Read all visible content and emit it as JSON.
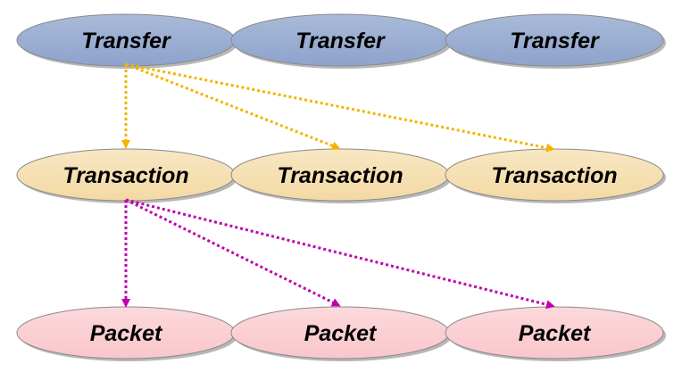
{
  "colors": {
    "transfer_fill": "#8EA3CB",
    "transfer_fill_light": "#A9BAD9",
    "transaction_fill": "#F3D9A3",
    "transaction_fill_light": "#F8E7C4",
    "packet_fill": "#F9C6CB",
    "packet_fill_light": "#FCD9DC",
    "node_stroke": "#8A8A8A",
    "shadow": "#B8B8B8",
    "arrow_transfer": "#F5B300",
    "arrow_transaction": "#C000B0"
  },
  "rows": {
    "transfer": [
      "Transfer",
      "Transfer",
      "Transfer"
    ],
    "transaction": [
      "Transaction",
      "Transaction",
      "Transaction"
    ],
    "packet": [
      "Packet",
      "Packet",
      "Packet"
    ]
  }
}
